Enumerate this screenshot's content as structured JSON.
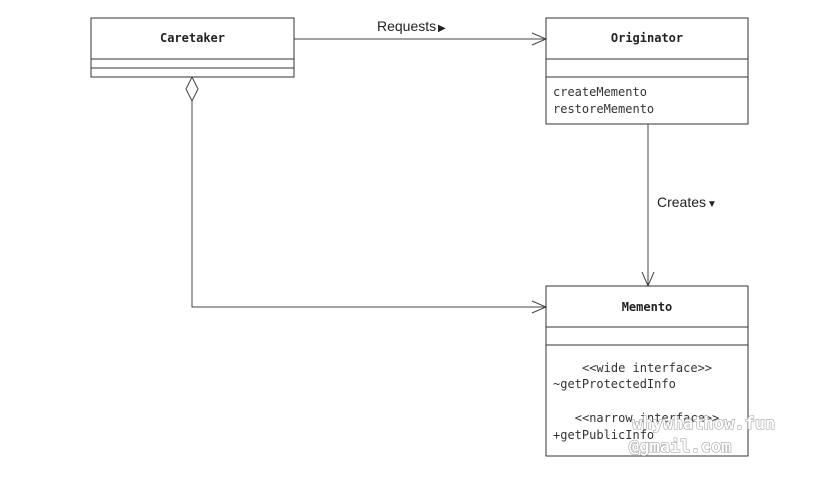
{
  "diagram": {
    "classes": {
      "caretaker": {
        "name": "Caretaker"
      },
      "originator": {
        "name": "Originator",
        "operations": [
          "createMemento",
          "restoreMemento"
        ]
      },
      "memento": {
        "name": "Memento",
        "wide_interface_label": "<<wide interface>>",
        "wide_interface_op": "~getProtectedInfo",
        "narrow_interface_label": "<<narrow interface>>",
        "narrow_interface_op": "+getPublicInfo"
      }
    },
    "associations": {
      "requests": {
        "label": "Requests",
        "direction_glyph": "▶"
      },
      "creates": {
        "label": "Creates",
        "direction_glyph": "▼"
      }
    },
    "aggregation": {
      "from": "Caretaker",
      "to": "Memento"
    },
    "watermark": {
      "line1": "whywhathow.fun",
      "line2": "@gmail.com"
    }
  }
}
